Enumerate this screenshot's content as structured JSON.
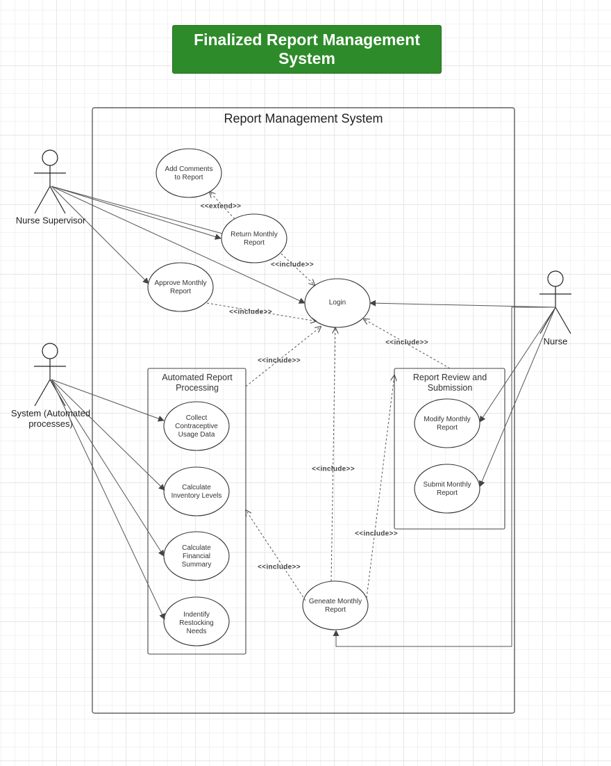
{
  "title": "Finalized Report Management System",
  "system": {
    "label": "Report Management System"
  },
  "packages": {
    "automated": "Automated Report Processing",
    "review": "Report Review and Submission"
  },
  "actors": {
    "nurse_supervisor": "Nurse Supervisor",
    "system_automated": "System (Automated processes)",
    "nurse": "Nurse"
  },
  "use_cases": {
    "add_comments": "Add Comments to Report",
    "return_monthly": "Return Monthly Report",
    "approve_monthly": "Approve Monthly Report",
    "login": "Login",
    "collect_data": "Collect Contraceptive Usage Data",
    "calc_inventory": "Calculate Inventory Levels",
    "calc_financial": "Calculate Financial Summary",
    "identify_restocking": "Indentify Restocking Needs",
    "modify_monthly": "Modify Monthly Report",
    "submit_monthly": "Submit Monthly Report",
    "generate_monthly": "Geneate Monthly Report"
  },
  "relations": {
    "extend": "<<extend>>",
    "include_return_login": "<<include>>",
    "include_approve_login": "<<include>>",
    "include_automated_login": "<<include>>",
    "include_review_login": "<<include>>",
    "include_generate_login": "<<include>>",
    "include_generate_review": "<<include>>",
    "include_generate_automated": "<<include>>"
  },
  "colors": {
    "title_banner": "#2e8b2a",
    "title_text": "#ffffff",
    "line": "#555555"
  }
}
